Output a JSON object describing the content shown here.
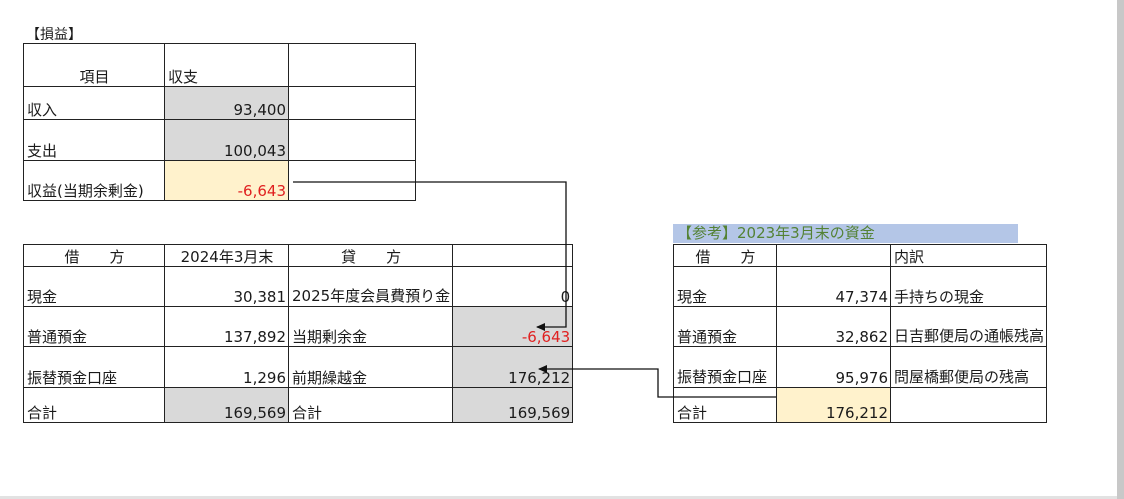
{
  "pl": {
    "title": "【損益】",
    "header": {
      "item": "項目",
      "balance": "収支",
      "extra": ""
    },
    "rows": [
      {
        "label": "収入",
        "value": "93,400"
      },
      {
        "label": "支出",
        "value": "100,043"
      },
      {
        "label": "収益(当期余剰金)",
        "value": "-6,643"
      }
    ]
  },
  "bs": {
    "header": {
      "debit": "借　　方",
      "date": "2024年3月末",
      "credit": "貸　　方",
      "extra": ""
    },
    "rows": [
      {
        "debit": "現金",
        "debit_value": "30,381",
        "credit": "2025年度会員費預り金",
        "credit_value": "0"
      },
      {
        "debit": "普通預金",
        "debit_value": "137,892",
        "credit": "当期剰余金",
        "credit_value": "-6,643"
      },
      {
        "debit": "振替預金口座",
        "debit_value": "1,296",
        "credit": "前期繰越金",
        "credit_value": "176,212"
      },
      {
        "debit": "合計",
        "debit_value": "169,569",
        "credit": "合計",
        "credit_value": "169,569"
      }
    ]
  },
  "ref": {
    "title": "【参考】2023年3月末の資金",
    "header": {
      "debit": "借　　方",
      "value": "",
      "detail": "内訳"
    },
    "rows": [
      {
        "label": "現金",
        "value": "47,374",
        "detail": "手持ちの現金"
      },
      {
        "label": "普通預金",
        "value": "32,862",
        "detail": "日吉郵便局の通帳残高"
      },
      {
        "label": "振替預金口座",
        "value": "95,976",
        "detail": "問屋橋郵便局の残高"
      },
      {
        "label": "合計",
        "value": "176,212",
        "detail": ""
      }
    ]
  },
  "colors": {
    "negative": "#e02020",
    "highlight_gray": "#d9d9d9",
    "highlight_yellow": "#fff2cc",
    "ref_title_bg": "#b4c6e7",
    "ref_title_text": "#548235"
  }
}
